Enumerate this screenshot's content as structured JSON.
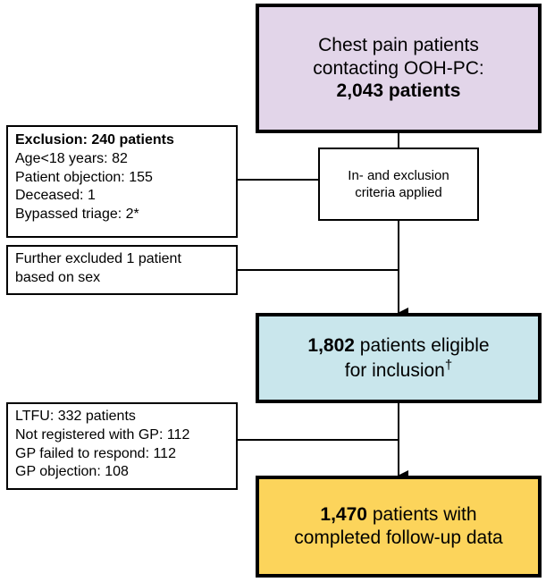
{
  "boxes": {
    "start": {
      "line1": "Chest pain patients",
      "line2": "contacting OOH-PC:",
      "line3": "2,043 patients"
    },
    "criteria": {
      "line1": "In- and exclusion",
      "line2": "criteria applied"
    },
    "exclusion": {
      "title": "Exclusion: 240 patients",
      "items": [
        "Age<18 years: 82",
        "Patient objection: 155",
        "Deceased: 1",
        "Bypassed triage: 2*"
      ]
    },
    "further_excluded": {
      "line1": "Further excluded 1 patient",
      "line2": "based on sex"
    },
    "eligible": {
      "count": "1,802",
      "line1_rest": " patients eligible",
      "line2": "for inclusion",
      "marker": "†"
    },
    "ltfu": {
      "items": [
        "LTFU: 332 patients",
        "Not registered with GP: 112",
        "GP failed to respond: 112",
        "GP objection: 108"
      ]
    },
    "final": {
      "count": "1,470",
      "line1_rest": " patients with",
      "line2": "completed follow-up data"
    }
  },
  "colors": {
    "start_fill": "#e2d5e9",
    "eligible_fill": "#c9e6ec",
    "final_fill": "#fcd45b",
    "stroke": "#000000"
  }
}
